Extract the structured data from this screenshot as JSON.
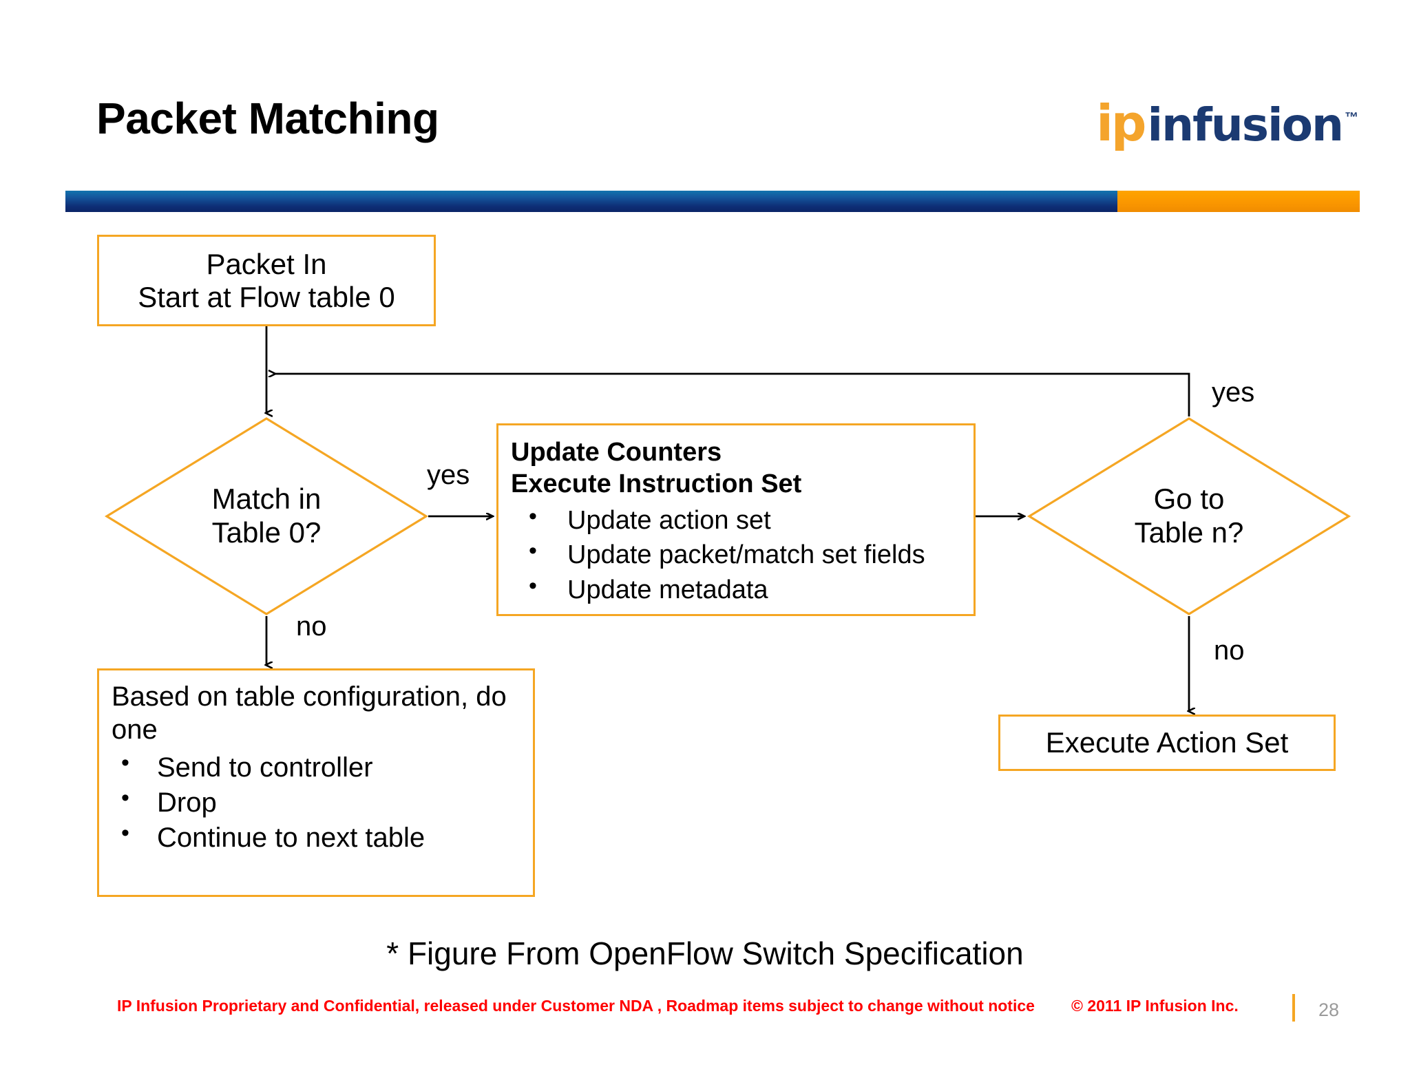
{
  "header": {
    "title": "Packet Matching",
    "logo": {
      "mark": "ip",
      "word": "infusion",
      "tm": "™"
    }
  },
  "flowchart": {
    "type": "flowchart",
    "nodes": {
      "packet_in": {
        "line1": "Packet In",
        "line2": "Start at Flow table 0"
      },
      "match_table0": {
        "line1": "Match in",
        "line2": "Table 0?"
      },
      "update": {
        "heading1": "Update Counters",
        "heading2": "Execute Instruction Set",
        "bullets": [
          "Update action set",
          "Update packet/match set fields",
          "Update metadata"
        ]
      },
      "goto_table_n": {
        "line1": "Go to",
        "line2": "Table n?"
      },
      "based_on_config": {
        "paragraph": "Based on table configuration, do one",
        "bullets": [
          "Send to controller",
          "Drop",
          "Continue to next table"
        ]
      },
      "execute_action_set": {
        "label": "Execute Action Set"
      }
    },
    "edge_labels": {
      "match_yes": "yes",
      "match_no": "no",
      "goto_yes": "yes",
      "goto_no": "no"
    },
    "colors": {
      "node_border": "#F5A623",
      "edge": "#000000",
      "node_fill": "#FFFFFF"
    }
  },
  "figure_note": "* Figure From OpenFlow Switch Specification",
  "footer": {
    "confidential": "IP Infusion Proprietary and Confidential, released under Customer NDA , Roadmap items subject to change without notice",
    "copyright": "© 2011 IP Infusion Inc.",
    "page_number": "28"
  }
}
